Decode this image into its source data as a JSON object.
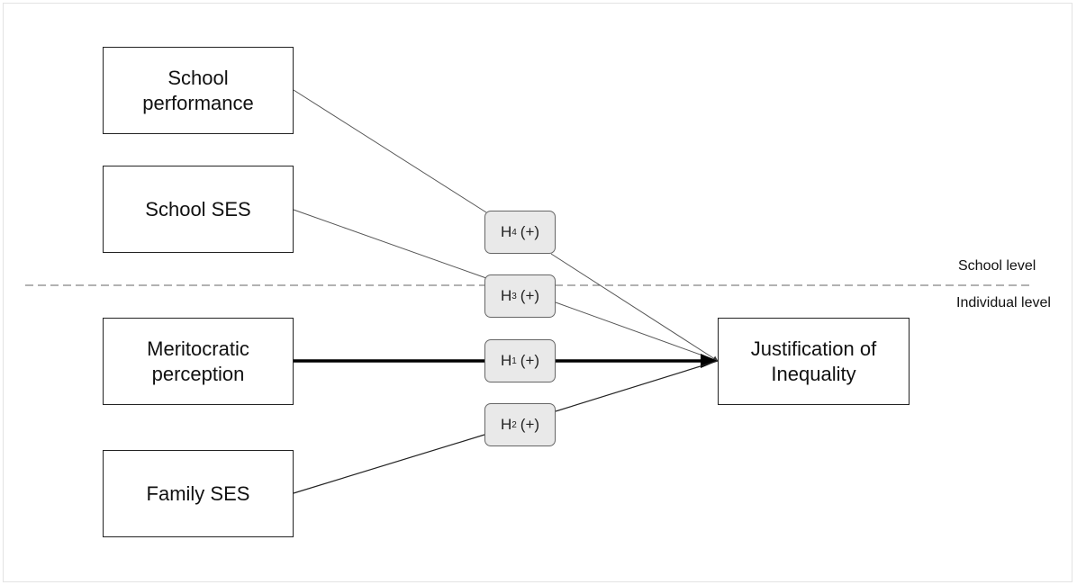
{
  "boxes": {
    "school_performance": "School\nperformance",
    "school_ses": "School SES",
    "meritocratic_perception": "Meritocratic\nperception",
    "family_ses": "Family SES",
    "justification": "Justification of\nInequality"
  },
  "hypotheses": [
    {
      "letter": "H",
      "index": "4",
      "sign": "(+)"
    },
    {
      "letter": "H",
      "index": "3",
      "sign": "(+)"
    },
    {
      "letter": "H",
      "index": "1",
      "sign": "(+)"
    },
    {
      "letter": "H",
      "index": "2",
      "sign": "(+)"
    }
  ],
  "levels": {
    "school": "School level",
    "individual": "Individual level"
  }
}
